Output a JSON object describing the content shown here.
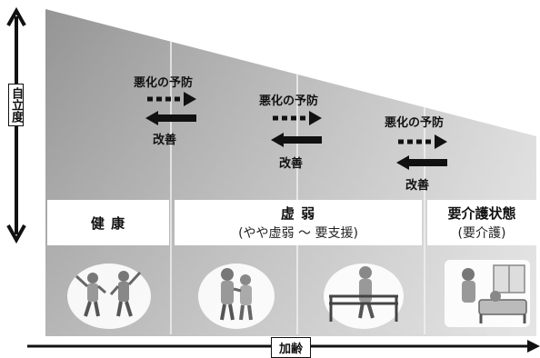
{
  "axis": {
    "vertical_label": "自立度",
    "horizontal_label": "加齢"
  },
  "transitions": [
    {
      "prevention": "悪化の予防",
      "improvement": "改善"
    },
    {
      "prevention": "悪化の予防",
      "improvement": "改善"
    },
    {
      "prevention": "悪化の予防",
      "improvement": "改善"
    }
  ],
  "stages": [
    {
      "title": "健 康",
      "subtitle": ""
    },
    {
      "title": "虚 弱",
      "subtitle": "(やや虚弱 ～ 要支援)"
    },
    {
      "title": "要介護状態",
      "subtitle": "(要介護)"
    }
  ],
  "illustrations": [
    {
      "icon": "exercising-seniors-icon"
    },
    {
      "icon": "walking-with-helper-icon"
    },
    {
      "icon": "parallel-bars-rehab-icon"
    },
    {
      "icon": "bedridden-care-icon"
    }
  ],
  "colors": {
    "arrow_dark": "#111111",
    "gradient_dark": "#8a8a8a",
    "gradient_light": "#e6e6e6"
  }
}
